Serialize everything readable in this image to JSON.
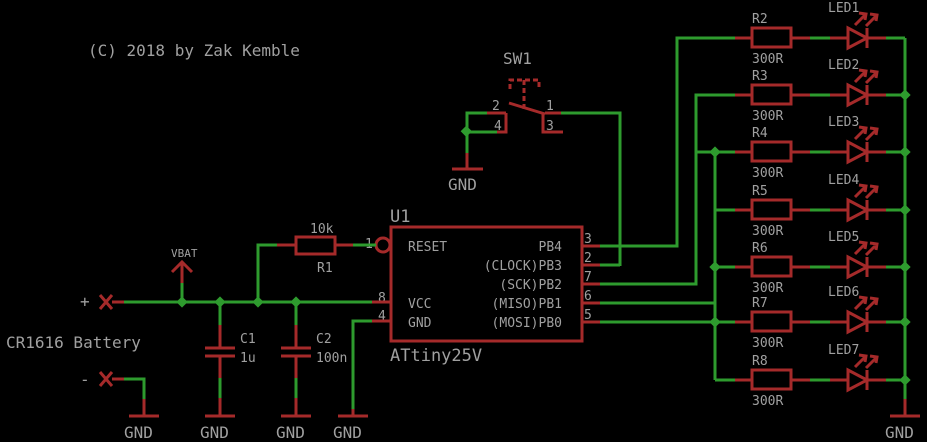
{
  "copyright": "(C) 2018 by Zak Kemble",
  "colors": {
    "background": "#000000",
    "wire": "#2e9b2e",
    "symbol": "#a52a2a",
    "text": "#a0a0a0"
  },
  "switch": {
    "name": "SW1",
    "pins": [
      "2",
      "4",
      "1",
      "3"
    ],
    "ground_label": "GND"
  },
  "mcu": {
    "name": "U1",
    "value": "ATtiny25V",
    "left_pins": [
      {
        "label": "RESET",
        "number": "1"
      },
      {
        "label": "VCC",
        "number": "8"
      },
      {
        "label": "GND",
        "number": "4"
      }
    ],
    "right_pins": [
      {
        "label": "PB4",
        "number": "3"
      },
      {
        "label": "(CLOCK)PB3",
        "number": "2"
      },
      {
        "label": "(SCK)PB2",
        "number": "7"
      },
      {
        "label": "(MISO)PB1",
        "number": "6"
      },
      {
        "label": "(MOSI)PB0",
        "number": "5"
      }
    ]
  },
  "r1": {
    "name": "R1",
    "value": "10k"
  },
  "vbat": "VBAT",
  "battery": {
    "label": "CR1616 Battery",
    "plus": "+",
    "minus": "-"
  },
  "caps": [
    {
      "name": "C1",
      "value": "1u"
    },
    {
      "name": "C2",
      "value": "100n"
    }
  ],
  "gnd": "GND",
  "leds": [
    {
      "resistor": "R2",
      "value": "300R",
      "led": "LED1"
    },
    {
      "resistor": "R3",
      "value": "300R",
      "led": "LED2"
    },
    {
      "resistor": "R4",
      "value": "300R",
      "led": "LED3"
    },
    {
      "resistor": "R5",
      "value": "300R",
      "led": "LED4"
    },
    {
      "resistor": "R6",
      "value": "300R",
      "led": "LED5"
    },
    {
      "resistor": "R7",
      "value": "300R",
      "led": "LED6"
    },
    {
      "resistor": "R8",
      "value": "300R",
      "led": "LED7"
    }
  ]
}
